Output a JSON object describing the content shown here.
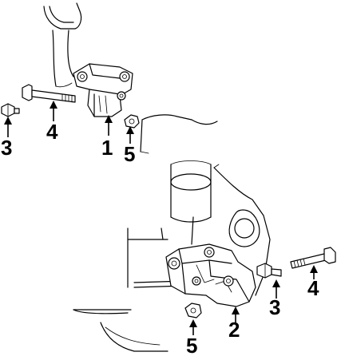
{
  "diagram": {
    "callouts": [
      {
        "id": "c1",
        "label": "1",
        "part": "upper-mount-bracket"
      },
      {
        "id": "c2",
        "label": "2",
        "part": "lower-mount-bracket"
      },
      {
        "id": "c3a",
        "label": "3",
        "part": "upper-left-bolt"
      },
      {
        "id": "c3b",
        "label": "3",
        "part": "lower-right-bolt"
      },
      {
        "id": "c4a",
        "label": "4",
        "part": "upper-long-bolt"
      },
      {
        "id": "c4b",
        "label": "4",
        "part": "lower-long-bolt"
      },
      {
        "id": "c5a",
        "label": "5",
        "part": "upper-nut"
      },
      {
        "id": "c5b",
        "label": "5",
        "part": "lower-nut"
      }
    ]
  }
}
